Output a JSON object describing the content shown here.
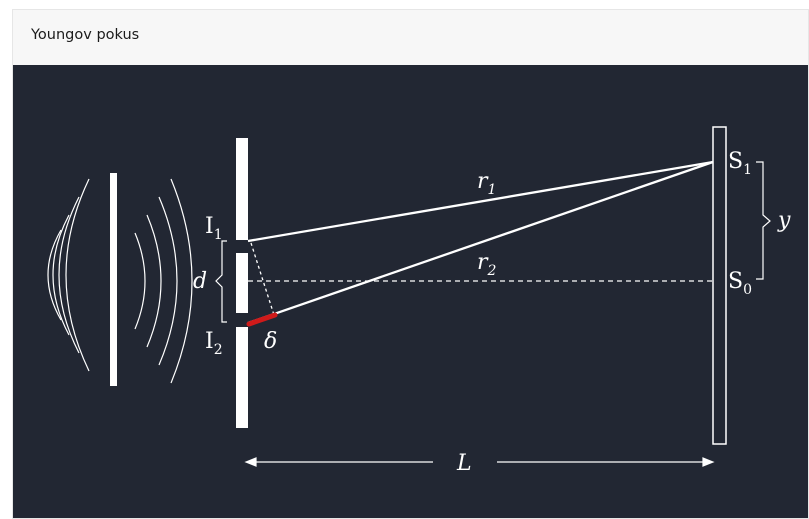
{
  "panel": {
    "title": "Youngov pokus"
  },
  "diagram": {
    "labels": {
      "I1": "I",
      "I1_sub": "1",
      "I2": "I",
      "I2_sub": "2",
      "d": "d",
      "delta": "δ",
      "r1": "r",
      "r1_sub": "1",
      "r2": "r",
      "r2_sub": "2",
      "S1": "S",
      "S1_sub": "1",
      "S0": "S",
      "S0_sub": "0",
      "y": "y",
      "L": "L"
    },
    "colors": {
      "background": "#222733",
      "lines": "#ffffff",
      "path_difference": "#d01a1a"
    }
  }
}
